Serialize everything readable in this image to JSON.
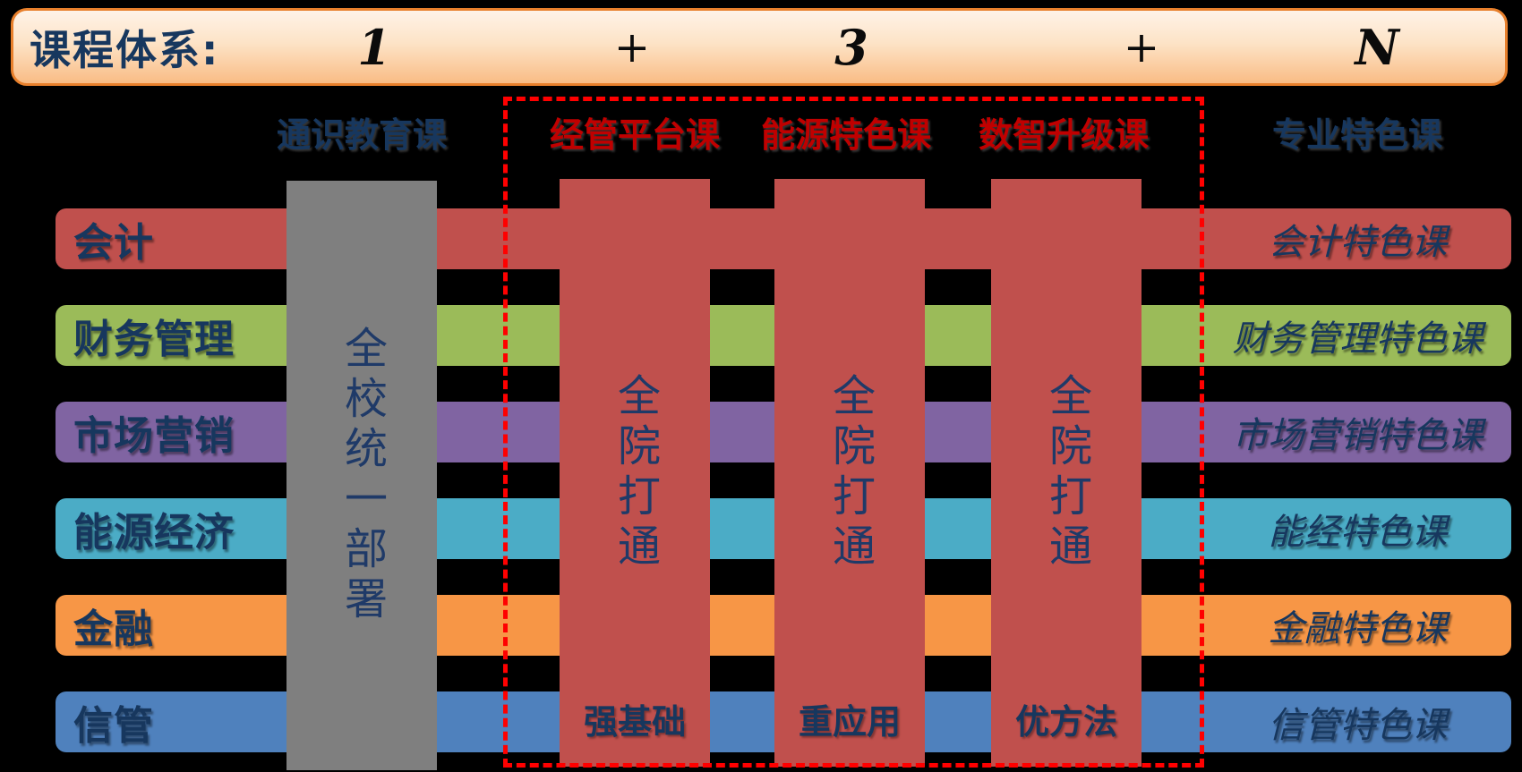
{
  "header_bar": {
    "title": "课程体系:",
    "formula": [
      "1",
      "+",
      "3",
      "+",
      "N"
    ]
  },
  "column_headers": {
    "general": "通识教育课",
    "platform": "经管平台课",
    "energy": "能源特色课",
    "digital": "数智升级课",
    "specialty": "专业特色课"
  },
  "general_column": {
    "body": "全校统一部署"
  },
  "platform_columns": [
    {
      "body": "全院打通",
      "footer": "强基础"
    },
    {
      "body": "全院打通",
      "footer": "重应用"
    },
    {
      "body": "全院打通",
      "footer": "优方法"
    }
  ],
  "rows": [
    {
      "label": "会计",
      "specialty": "会计特色课",
      "color": "#C0504D"
    },
    {
      "label": "财务管理",
      "specialty": "财务管理特色课",
      "color": "#9BBB59"
    },
    {
      "label": "市场营销",
      "specialty": "市场营销特色课",
      "color": "#8064A2"
    },
    {
      "label": "能源经济",
      "specialty": "能经特色课",
      "color": "#4BACC6"
    },
    {
      "label": "金融",
      "specialty": "金融特色课",
      "color": "#F79646"
    },
    {
      "label": "信管",
      "specialty": "信管特色课",
      "color": "#4F81BD"
    }
  ],
  "colors": {
    "background": "#000000",
    "navy_text": "#17375E",
    "red_text": "#C00000",
    "dashed_border": "#FF0000",
    "general_column": "#7F7F7F",
    "platform_column": "#C0504D",
    "header_border": "#E8802C",
    "header_gradient_top": "#FEF3E8",
    "header_gradient_bottom": "#F9BC85"
  }
}
